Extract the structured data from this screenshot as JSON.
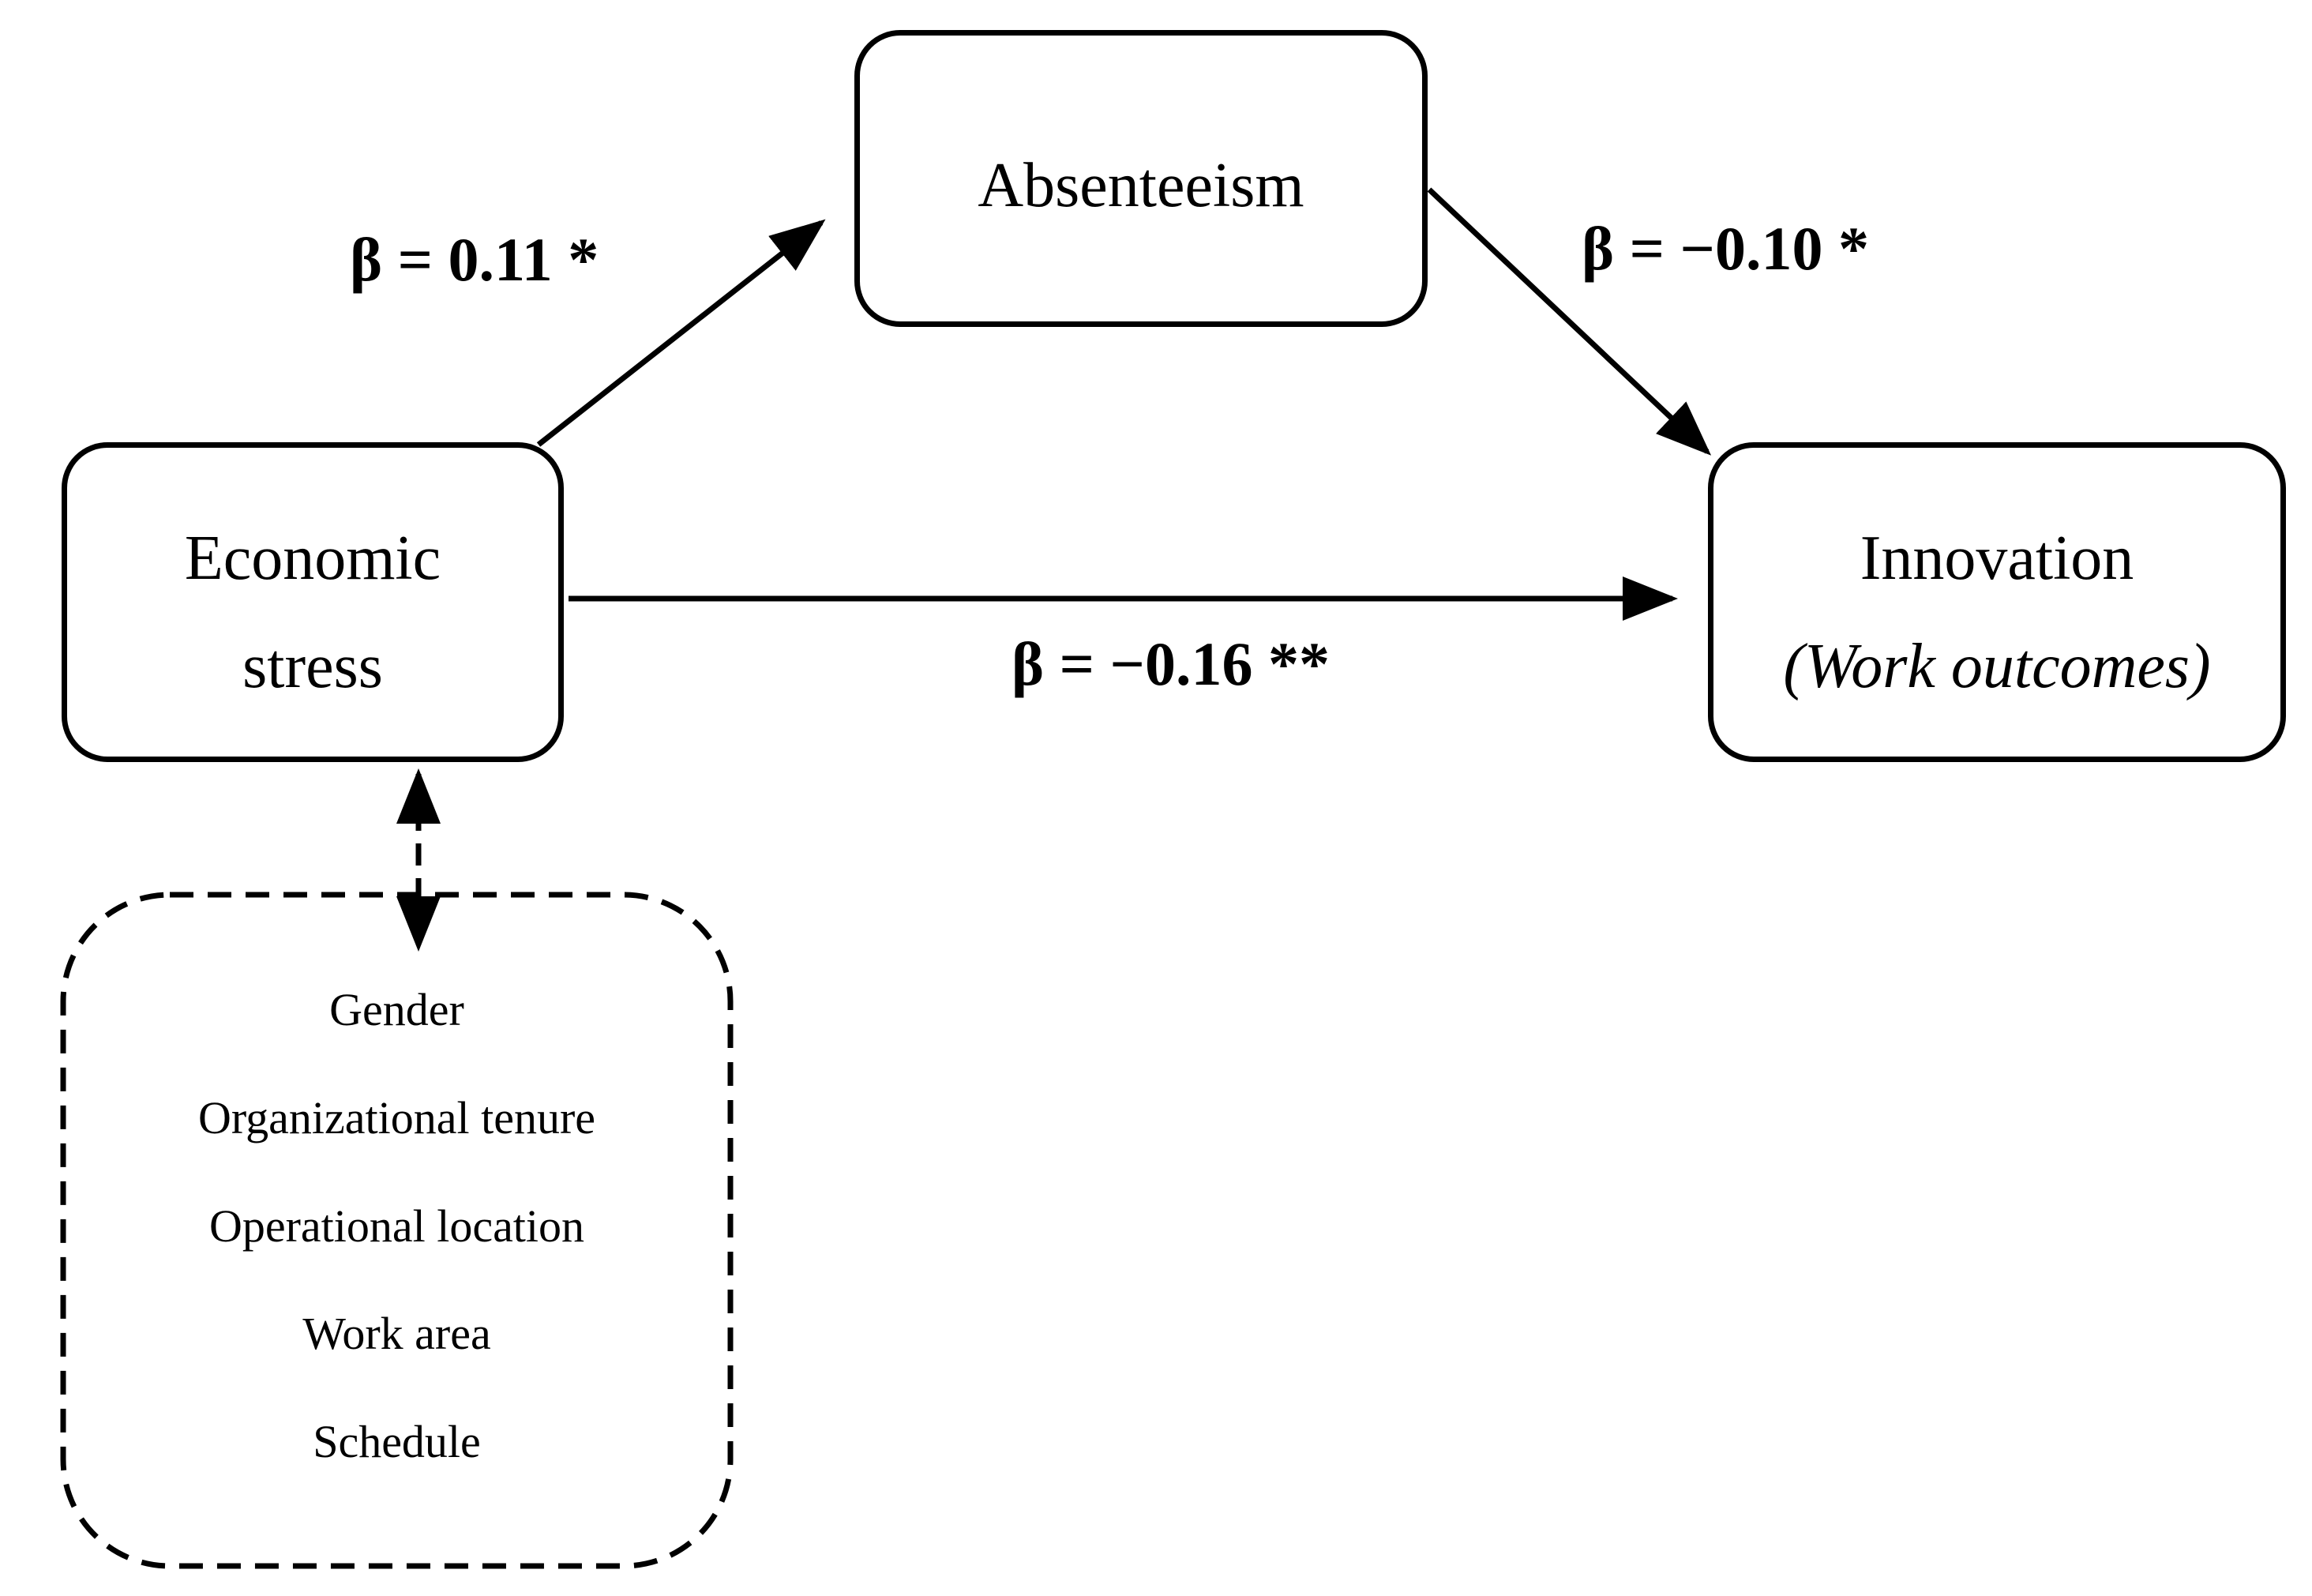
{
  "nodes": {
    "absenteeism": {
      "label": "Absenteeism"
    },
    "economic_stress": {
      "line1": "Economic",
      "line2": "stress"
    },
    "innovation": {
      "line1": "Innovation",
      "line2": "(Work outcomes)"
    }
  },
  "paths": {
    "stress_to_absenteeism": "β = 0.11 *",
    "absenteeism_to_innovation": "β = −0.10 *",
    "stress_to_innovation": "β = −0.16 **"
  },
  "controls": {
    "items": [
      "Gender",
      "Organizational tenure",
      "Operational location",
      "Work area",
      "Schedule"
    ]
  }
}
